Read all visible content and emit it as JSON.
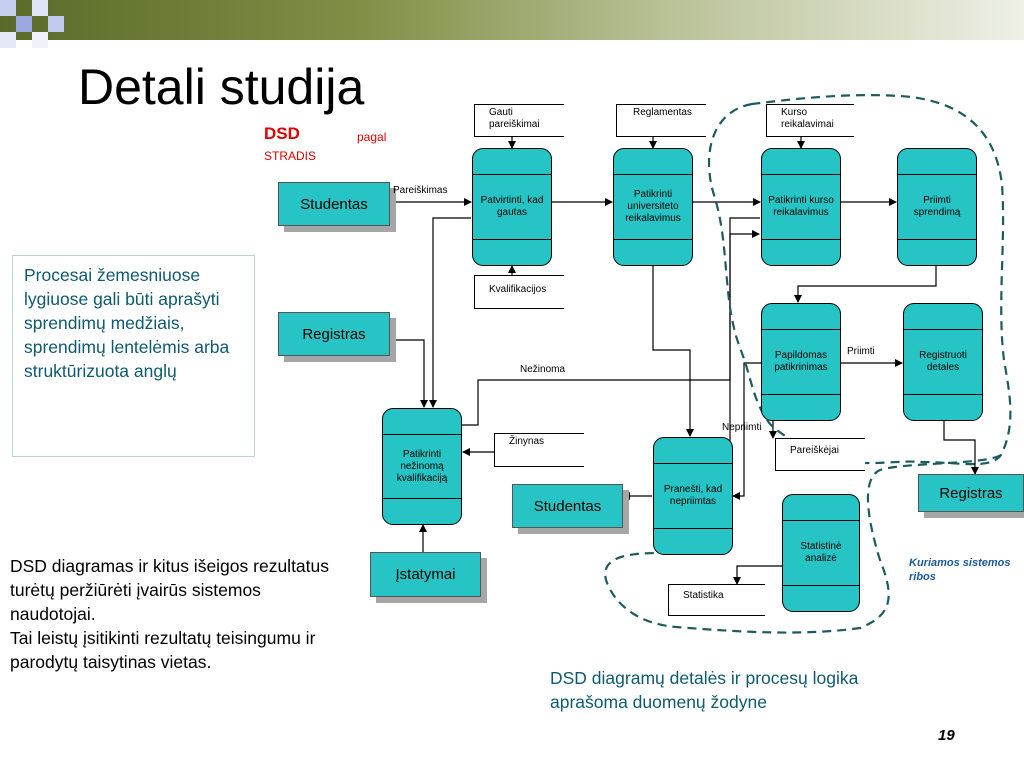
{
  "slide": {
    "title": "Detali studija",
    "dsd_label": "DSD",
    "pagal_label": "pagal",
    "stradis_label": "STRADIS",
    "left_box_text": "Procesai žemesniuose lygiuose gali būti aprašyti sprendimų medžiais, sprendimų lentelėmis arba struktūrizuota anglų",
    "left_note": "DSD diagramas ir kitus išeigos rezultatus turėtų peržiūrėti įvairūs sistemos naudotojai.\nTai leistų įsitikinti rezultatų teisingumu ir parodytų taisytinas vietas.",
    "right_note": "DSD diagramų detalės ir procesų logika\naprašoma duomenų žodyne",
    "boundary_label": "Kuriamos sistemos\nribos",
    "page_number": "19"
  },
  "diagram": {
    "processes": {
      "verify_received": "Patvirtinti, kad gautas",
      "check_university": "Patikrinti universiteto reikalavimus",
      "check_course": "Patikrinti kurso reikalavimus",
      "accept_decision": "Priimti sprendimą",
      "additional_check": "Papildomas patikrinimas",
      "register_details": "Registruoti detales",
      "check_unknown": "Patikrinti nežinomą kvalifikaciją",
      "notify_rejected": "Pranešti, kad nepriimtas",
      "statistical_analysis": "Statistinė analizė"
    },
    "entities": {
      "student_top": "Studentas",
      "registry_left": "Registras",
      "student_bottom": "Studentas",
      "laws": "Įstatymai",
      "registry_right": "Registras"
    },
    "stores": {
      "received_applications": "Gauti pareiškimai",
      "regulations": "Reglamentas",
      "course_requirements": "Kurso reikalavimai",
      "qualifications": "Kvalifikacijos",
      "handbook": "Žinynas",
      "applicants": "Pareiškėjai",
      "statistics": "Statistika"
    },
    "flows": {
      "application": "Pareiškimas",
      "unknown": "Nežinoma",
      "accept": "Priimti",
      "reject": "Nepriimti"
    }
  }
}
